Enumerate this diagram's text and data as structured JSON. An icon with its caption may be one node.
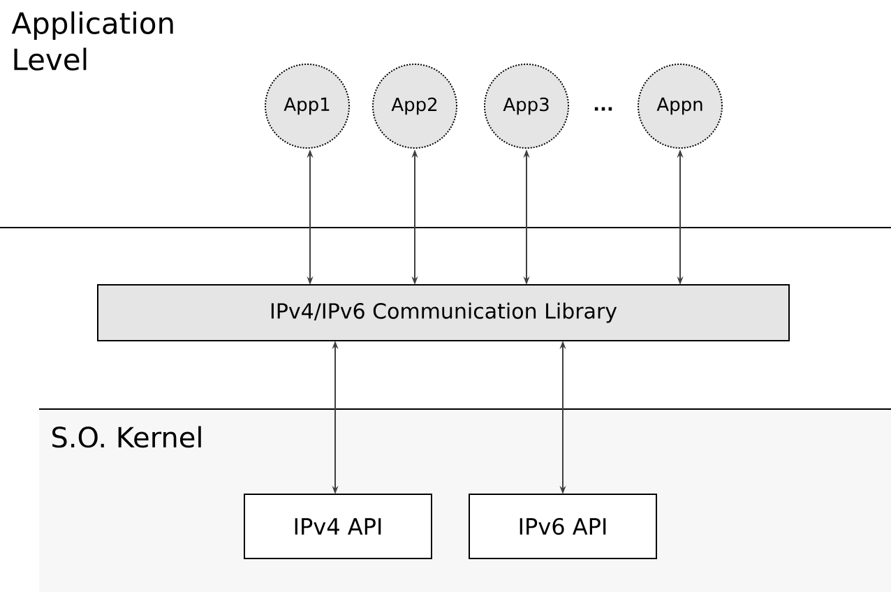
{
  "diagram": {
    "nodes": [
      {
        "text": [
          "S.O. Kernel"
        ]
      },
      {
        "text": [
          "App1"
        ]
      },
      {
        "text": [
          "App2"
        ]
      },
      {
        "text": [
          "App3"
        ]
      },
      {
        "text": [
          "Appn"
        ]
      },
      {
        "text": [
          "IPv4/IPv6 Communication Library"
        ]
      },
      {
        "text": [
          "IPv4 API"
        ],
        "in": 0
      },
      {
        "text": [
          "IPv6 API"
        ],
        "in": 0
      }
    ],
    "edges": [
      {
        "from": 1,
        "to": 5,
        "arrow": "both"
      },
      {
        "from": 2,
        "to": 5,
        "arrow": "both"
      },
      {
        "from": 3,
        "to": 5,
        "arrow": "both"
      },
      {
        "from": 4,
        "to": 5,
        "arrow": "both"
      },
      {
        "from": 5,
        "to": 6,
        "arrow": "both"
      },
      {
        "from": 5,
        "to": 7,
        "arrow": "both"
      }
    ],
    "labels": [
      "Application Level",
      "..."
    ]
  }
}
